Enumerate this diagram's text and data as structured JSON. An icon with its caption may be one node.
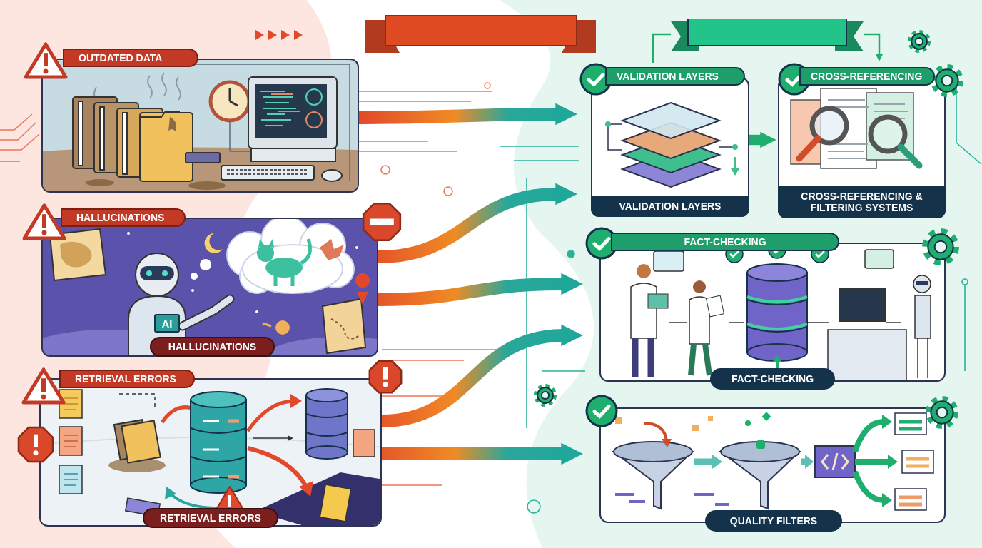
{
  "diagram": {
    "nodes": [
      {
        "text": [
          "OUTDATED DATA"
        ]
      },
      {
        "text": [
          "HALLUCINATIONS",
          "HALLUCINATIONS"
        ]
      },
      {
        "text": [
          "RETRIEVAL ERRORS",
          "RETRIEVAL ERRORS"
        ]
      },
      {
        "text": [
          "VALIDATION LAYERS",
          "VALIDATION LAYERS"
        ]
      },
      {
        "text": [
          "CROSS-REFERENCING",
          "CROSS-REFERENCING & FILTERING SYSTEMS"
        ]
      },
      {
        "text": [
          "FACT-CHECKING",
          "FACT-CHECKING"
        ]
      },
      {
        "text": [
          "QUALITY FILTERS"
        ]
      },
      {
        "text": [],
        "shape": "banner"
      }
    ],
    "edges": [
      {
        "from": 0,
        "to": 3,
        "arrow": "to"
      },
      {
        "from": 1,
        "to": 3,
        "arrow": "to"
      },
      {
        "from": 1,
        "to": 5,
        "arrow": "to"
      },
      {
        "from": 2,
        "to": 5,
        "arrow": "to"
      },
      {
        "from": 2,
        "to": 6,
        "arrow": "to"
      },
      {
        "from": 3,
        "to": 4,
        "arrow": "to",
        "style": "thick",
        "color": "#1fae6e"
      },
      {
        "from": 3,
        "to": 7,
        "arrow": "none",
        "color": "#1fae6e"
      },
      {
        "from": 7,
        "to": 4,
        "arrow": "to",
        "color": "#1fae6e"
      }
    ],
    "labels": [
      "AI"
    ]
  }
}
